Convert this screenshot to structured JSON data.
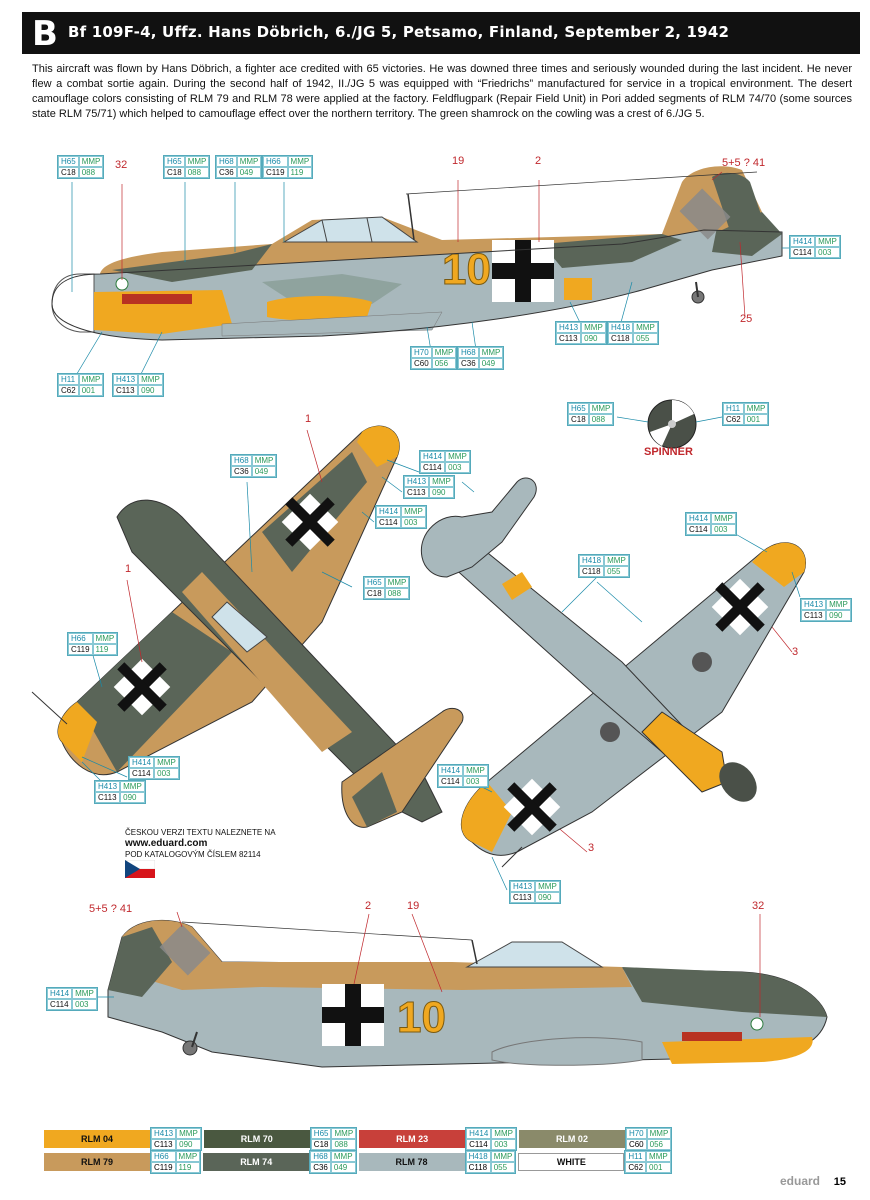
{
  "header": {
    "letter": "B",
    "title": "Bf 109F-4, Uffz. Hans Döbrich, 6./JG 5, Petsamo, Finland, September 2, 1942"
  },
  "description": "This aircraft was flown by Hans Döbrich, a fighter ace credited with 65 victories. He was downed three times and seriously wounded during the last incident. He never flew a combat sortie again. During the second half of 1942, II./JG 5 was equipped with “Friedrichs” manufactured for service in a tropical environment. The desert camouflage colors consisting of RLM 79 and RLM 78 were applied at the factory. Feldflugpark (Repair Field Unit) in Pori added segments of RLM 74/70 (some sources state RLM 75/71) which helped to camouflage effect over the northern territory. The green shamrock on the cowling was a crest of 6./JG 5.",
  "callouts": {
    "c32a": "32",
    "c19a": "19",
    "c2a": "2",
    "c541a": "5+5 ? 41",
    "c25": "25",
    "c1a": "1",
    "c1b": "1",
    "c3a": "3",
    "c3b": "3",
    "c541b": "5+5 ? 41",
    "c2b": "2",
    "c19b": "19",
    "c32b": "32"
  },
  "codes": [
    {
      "h": "H65",
      "m": "MMP",
      "c": "C18",
      "n": "088"
    },
    {
      "h": "H65",
      "m": "MMP",
      "c": "C18",
      "n": "088"
    },
    {
      "h": "H68",
      "m": "MMP",
      "c": "C36",
      "n": "049"
    },
    {
      "h": "H66",
      "m": "MMP",
      "c": "C119",
      "n": "119"
    },
    {
      "h": "H414",
      "m": "MMP",
      "c": "C114",
      "n": "003"
    },
    {
      "h": "H413",
      "m": "MMP",
      "c": "C113",
      "n": "090"
    },
    {
      "h": "H418",
      "m": "MMP",
      "c": "C118",
      "n": "055"
    },
    {
      "h": "H70",
      "m": "MMP",
      "c": "C60",
      "n": "056"
    },
    {
      "h": "H68",
      "m": "MMP",
      "c": "C36",
      "n": "049"
    },
    {
      "h": "H11",
      "m": "MMP",
      "c": "C62",
      "n": "001"
    },
    {
      "h": "H413",
      "m": "MMP",
      "c": "C113",
      "n": "090"
    },
    {
      "h": "H65",
      "m": "MMP",
      "c": "C18",
      "n": "088"
    },
    {
      "h": "H11",
      "m": "MMP",
      "c": "C62",
      "n": "001"
    },
    {
      "h": "H68",
      "m": "MMP",
      "c": "C36",
      "n": "049"
    },
    {
      "h": "H414",
      "m": "MMP",
      "c": "C114",
      "n": "003"
    },
    {
      "h": "H413",
      "m": "MMP",
      "c": "C113",
      "n": "090"
    },
    {
      "h": "H414",
      "m": "MMP",
      "c": "C114",
      "n": "003"
    },
    {
      "h": "H65",
      "m": "MMP",
      "c": "C18",
      "n": "088"
    },
    {
      "h": "H418",
      "m": "MMP",
      "c": "C118",
      "n": "055"
    },
    {
      "h": "H414",
      "m": "MMP",
      "c": "C114",
      "n": "003"
    },
    {
      "h": "H413",
      "m": "MMP",
      "c": "C113",
      "n": "090"
    },
    {
      "h": "H66",
      "m": "MMP",
      "c": "C119",
      "n": "119"
    },
    {
      "h": "H414",
      "m": "MMP",
      "c": "C114",
      "n": "003"
    },
    {
      "h": "H413",
      "m": "MMP",
      "c": "C113",
      "n": "090"
    },
    {
      "h": "H414",
      "m": "MMP",
      "c": "C114",
      "n": "003"
    },
    {
      "h": "H413",
      "m": "MMP",
      "c": "C113",
      "n": "090"
    },
    {
      "h": "H414",
      "m": "MMP",
      "c": "C114",
      "n": "003"
    }
  ],
  "spinner_label": "SPINNER",
  "czech_note": {
    "line1": "ČESKOU VERZI TEXTU NALEZNETE NA",
    "url": "www.eduard.com",
    "line2": "POD KATALOGOVÝM ČÍSLEM 82114"
  },
  "legend": [
    {
      "name": "RLM 04",
      "color": "#f0a820",
      "text": "#111",
      "h": "H413",
      "m": "MMP",
      "c": "C113",
      "n": "090"
    },
    {
      "name": "RLM 70",
      "color": "#4a5840",
      "text": "#fff",
      "h": "H65",
      "m": "MMP",
      "c": "C18",
      "n": "088"
    },
    {
      "name": "RLM 23",
      "color": "#c8403a",
      "text": "#fff",
      "h": "H414",
      "m": "MMP",
      "c": "C114",
      "n": "003"
    },
    {
      "name": "RLM 02",
      "color": "#8a8a6a",
      "text": "#fff",
      "h": "H70",
      "m": "MMP",
      "c": "C60",
      "n": "056"
    },
    {
      "name": "RLM 79",
      "color": "#c89a5c",
      "text": "#111",
      "h": "H66",
      "m": "MMP",
      "c": "C119",
      "n": "119"
    },
    {
      "name": "RLM 74",
      "color": "#5a6558",
      "text": "#fff",
      "h": "H68",
      "m": "MMP",
      "c": "C36",
      "n": "049"
    },
    {
      "name": "RLM 78",
      "color": "#a8b8bc",
      "text": "#111",
      "h": "H418",
      "m": "MMP",
      "c": "C118",
      "n": "055"
    },
    {
      "name": "WHITE",
      "color": "#ffffff",
      "text": "#111",
      "h": "H11",
      "m": "MMP",
      "c": "C62",
      "n": "001"
    }
  ],
  "fuselage_number": "10",
  "brand": "eduard",
  "page_number": "15"
}
